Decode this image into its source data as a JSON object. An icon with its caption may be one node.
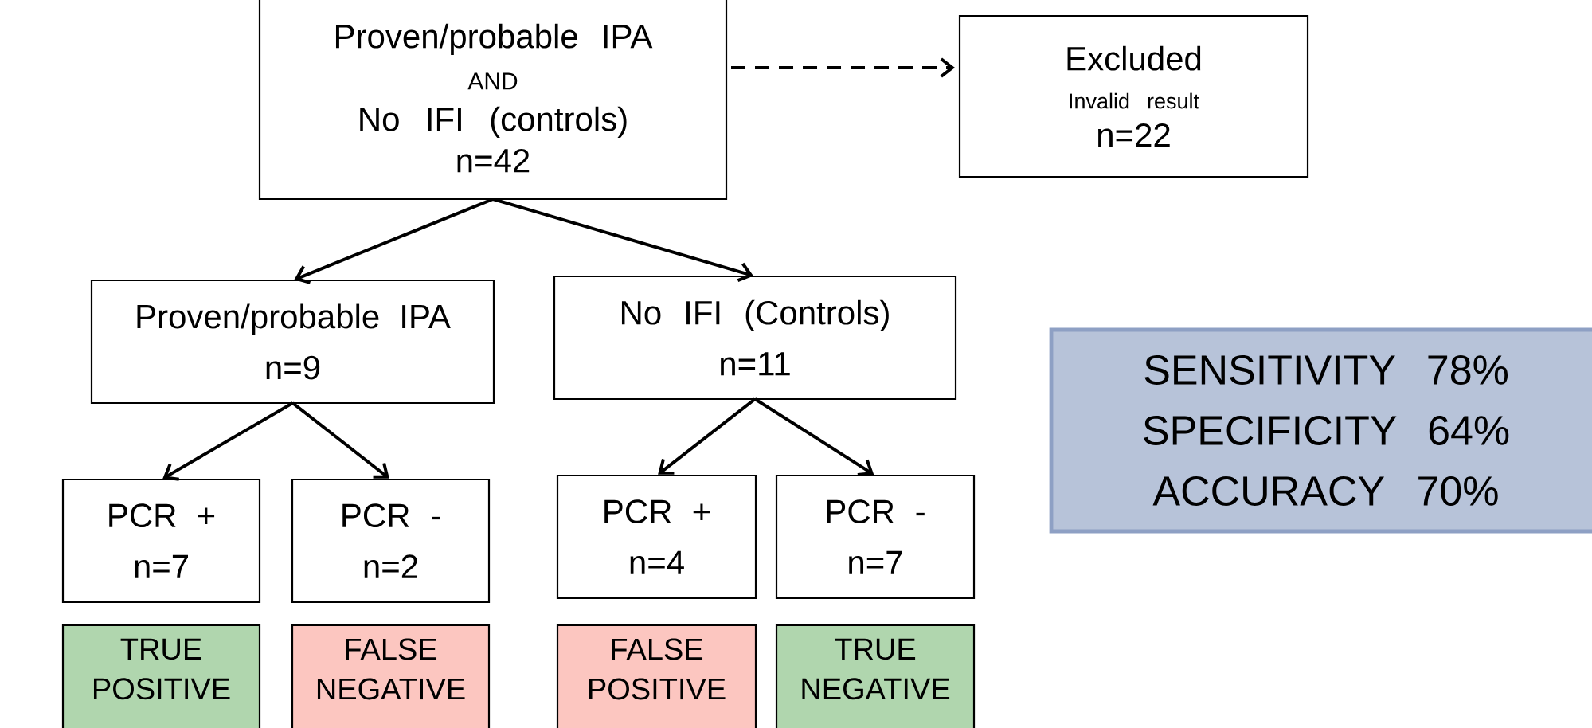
{
  "diagram": {
    "nodes": [
      {
        "text": [
          "Proven/probable IPA",
          "AND",
          "No IFI (controls)",
          "n=42"
        ]
      },
      {
        "text": [
          "Excluded",
          "Invalid result",
          "n=22"
        ]
      },
      {
        "text": [
          "Proven/probable IPA",
          "n=9"
        ]
      },
      {
        "text": [
          "No IFI (Controls)",
          "n=11"
        ]
      },
      {
        "text": [
          "SENSITIVITY 78%",
          "SPECIFICITY 64%",
          "ACCURACY 70%"
        ]
      },
      {
        "text": [
          "PCR +",
          "n=7"
        ]
      },
      {
        "text": [
          "PCR -",
          "n=2"
        ]
      },
      {
        "text": [
          "PCR +",
          "n=4"
        ]
      },
      {
        "text": [
          "PCR -",
          "n=7"
        ]
      },
      {
        "text": [
          "TRUE POSITIVE"
        ]
      },
      {
        "text": [
          "FALSE NEGATIVE"
        ]
      },
      {
        "text": [
          "FALSE POSITIVE"
        ]
      },
      {
        "text": [
          "TRUE NEGATIVE"
        ]
      }
    ],
    "edges": [
      {
        "from": 0,
        "to": 1,
        "arrow": "to",
        "style": "dashed"
      },
      {
        "from": 0,
        "to": 2,
        "arrow": "to"
      },
      {
        "from": 0,
        "to": 3,
        "arrow": "to"
      },
      {
        "from": 2,
        "to": 5,
        "arrow": "to"
      },
      {
        "from": 2,
        "to": 6,
        "arrow": "to"
      },
      {
        "from": 3,
        "to": 7,
        "arrow": "to"
      },
      {
        "from": 3,
        "to": 8,
        "arrow": "to"
      }
    ]
  }
}
